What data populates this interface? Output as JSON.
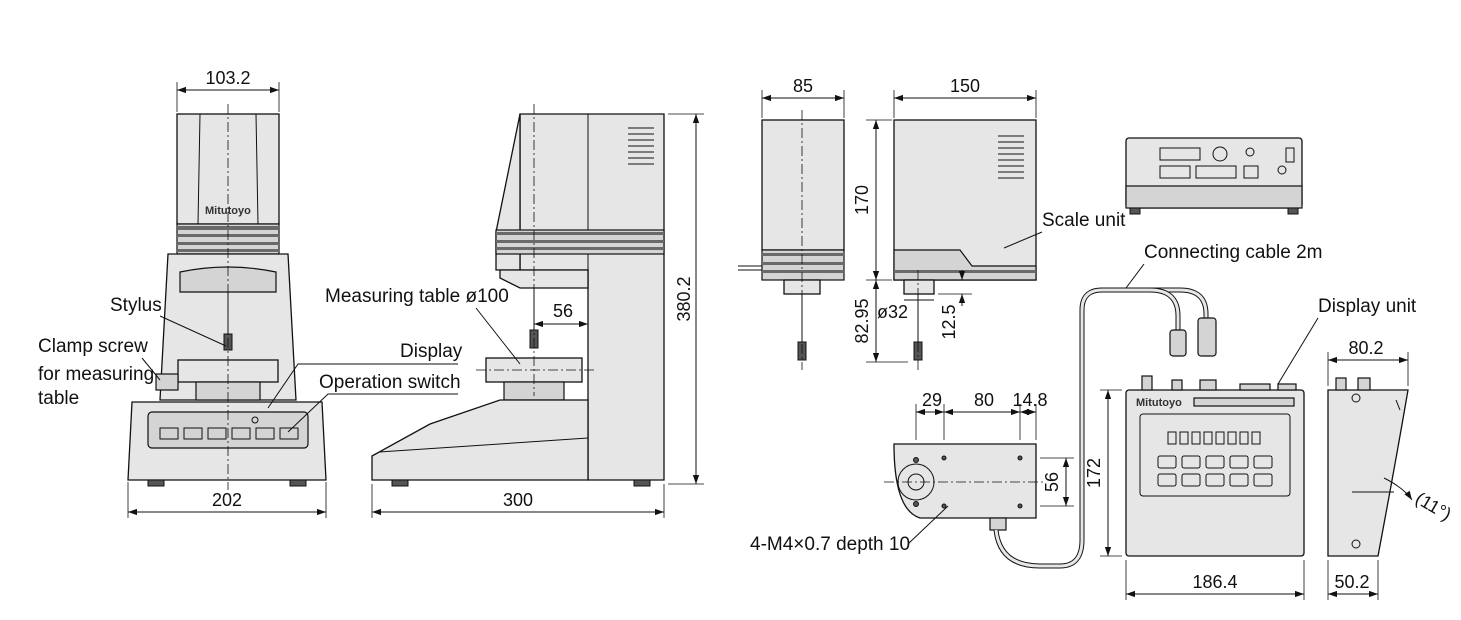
{
  "brand": {
    "maker": "Mitutoyo"
  },
  "labels": {
    "stylus": "Stylus",
    "clamp_screw_1": "Clamp screw",
    "clamp_screw_2": "for measuring",
    "clamp_screw_3": "table",
    "measuring_table": "Measuring table ø100",
    "display": "Display",
    "operation_switch": "Operation switch",
    "scale_unit": "Scale unit",
    "connecting_cable": "Connecting cable 2m",
    "display_unit": "Display unit",
    "thread_spec": "4-M4×0.7 depth 10"
  },
  "dimensions": {
    "front_width_top": "103.2",
    "front_width_base": "202",
    "side_depth": "300",
    "side_height": "380.2",
    "stylus_offset": "56",
    "scale_front_width": "85",
    "scale_side_width": "150",
    "scale_height": "170",
    "scale_stylus_height": "82.95",
    "stylus_dia": "ø32",
    "stylus_step": "12.5",
    "base_d1": "29",
    "base_d2": "80",
    "base_d3": "14.8",
    "base_depth": "56",
    "display_height": "172",
    "display_width": "186.4",
    "display_side_top": "80.2",
    "display_side_bottom": "50.2",
    "display_tilt": "(11°)"
  }
}
